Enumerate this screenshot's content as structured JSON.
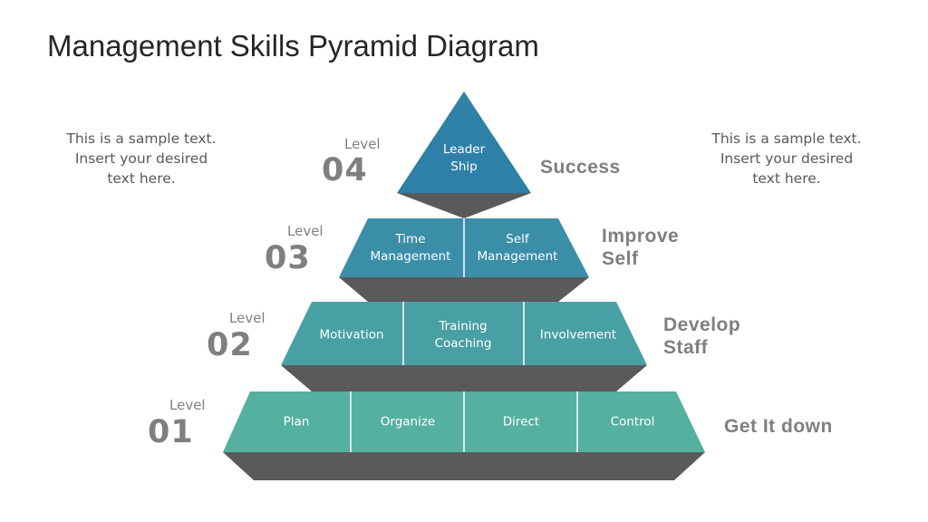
{
  "title": "Management Skills Pyramid Diagram",
  "side_text_left": {
    "lines": [
      "This is a sample text.",
      "Insert your desired",
      "text here."
    ]
  },
  "side_text_right": {
    "lines": [
      "This is a sample text.",
      "Insert your desired",
      "text here."
    ]
  },
  "colors": {
    "level4": "#2e80a8",
    "level3": "#3a8ea8",
    "level2": "#48a0a4",
    "level1": "#55b0a0",
    "shadow": "#5a5a5a",
    "label_gray": "#7f7f7f",
    "divider": "#ffffff"
  },
  "levels": [
    {
      "level_word": "Level",
      "number": "04",
      "outcome": [
        "Success"
      ],
      "cells": [
        {
          "lines": [
            "Leader",
            "Ship"
          ]
        }
      ]
    },
    {
      "level_word": "Level",
      "number": "03",
      "outcome": [
        "Improve",
        "Self"
      ],
      "cells": [
        {
          "lines": [
            "Time",
            "Management"
          ]
        },
        {
          "lines": [
            "Self",
            "Management"
          ]
        }
      ]
    },
    {
      "level_word": "Level",
      "number": "02",
      "outcome": [
        "Develop",
        "Staff"
      ],
      "cells": [
        {
          "lines": [
            "Motivation"
          ]
        },
        {
          "lines": [
            "Training",
            "Coaching"
          ]
        },
        {
          "lines": [
            "Involvement"
          ]
        }
      ]
    },
    {
      "level_word": "Level",
      "number": "01",
      "outcome": [
        "Get It down"
      ],
      "cells": [
        {
          "lines": [
            "Plan"
          ]
        },
        {
          "lines": [
            "Organize"
          ]
        },
        {
          "lines": [
            "Direct"
          ]
        },
        {
          "lines": [
            "Control"
          ]
        }
      ]
    }
  ]
}
